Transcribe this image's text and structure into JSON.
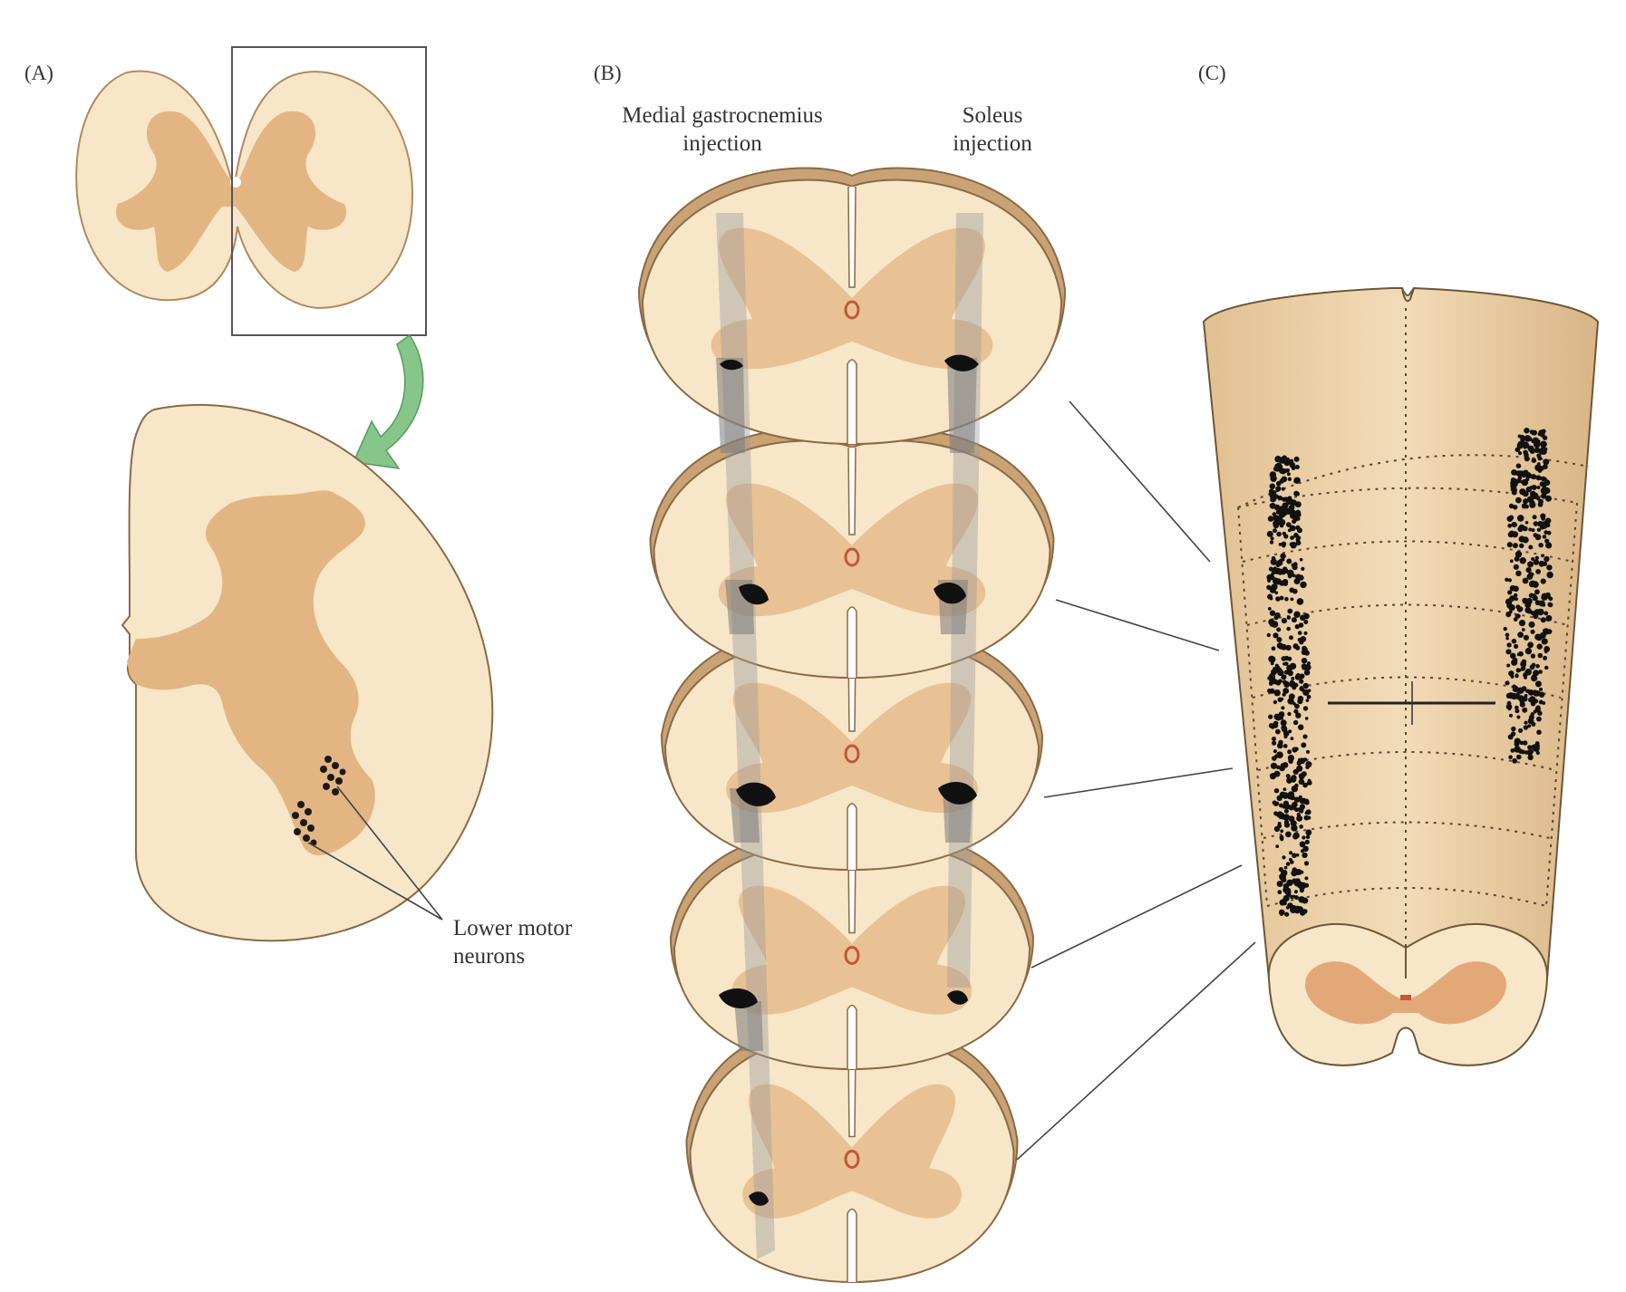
{
  "panel_a": {
    "label": "(A)",
    "callout_line1": "Lower motor",
    "callout_line2": "neurons"
  },
  "panel_b": {
    "label": "(B)",
    "left_heading_line1": "Medial gastrocnemius",
    "left_heading_line2": "injection",
    "right_heading_line1": "Soleus",
    "right_heading_line2": "injection",
    "section_count": 5
  },
  "panel_c": {
    "label": "(C)"
  },
  "colors": {
    "white_matter": "#f7e6c8",
    "gray_matter": "#e3b583",
    "outline": "#8a6a45",
    "cord_surface": "#e8cca3",
    "stain": "#111111",
    "column_shade": "#a7a7a7",
    "arrow": "#86c68a",
    "line": "#555555"
  }
}
